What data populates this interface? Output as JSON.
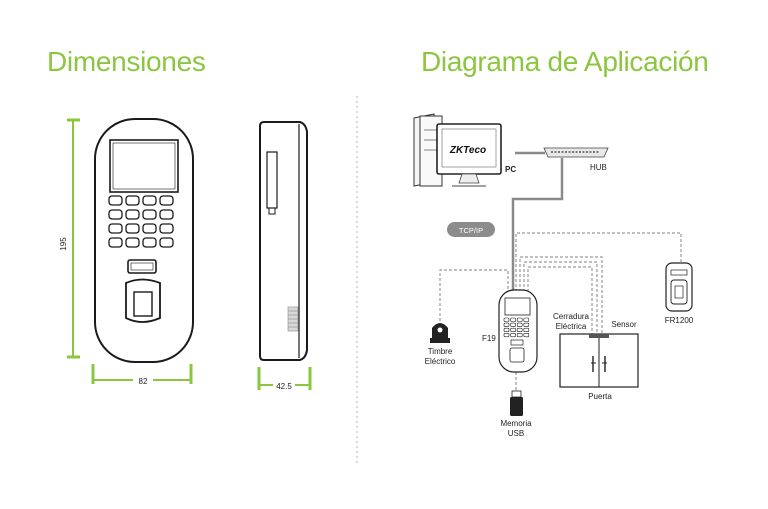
{
  "headings": {
    "dimensions": "Dimensiones",
    "application_diagram": "Diagrama de Aplicación"
  },
  "dimensions": {
    "height": "195",
    "width": "82",
    "depth": "42.5"
  },
  "diagram": {
    "pc_label": "PC",
    "brand_logo": "ZKTeco",
    "hub_label": "HUB",
    "network_label": "TCP/IP",
    "device_label": "F19",
    "bell_label": [
      "Timbre",
      "Eléctrico"
    ],
    "usb_label": [
      "Memoria",
      "USB"
    ],
    "lock_label": [
      "Cerradura",
      "Eléctrica"
    ],
    "sensor_label": "Sensor",
    "door_label": "Puerta",
    "reader_label": "FR1200"
  },
  "colors": {
    "accent_green": "#8cc63f",
    "heading_green": "#8cc63f",
    "outline": "#1a1a1a",
    "dashed_wire": "#9a9a9a",
    "network_cable": "#8a8a8a",
    "badge_gray": "#8c8c8c"
  }
}
